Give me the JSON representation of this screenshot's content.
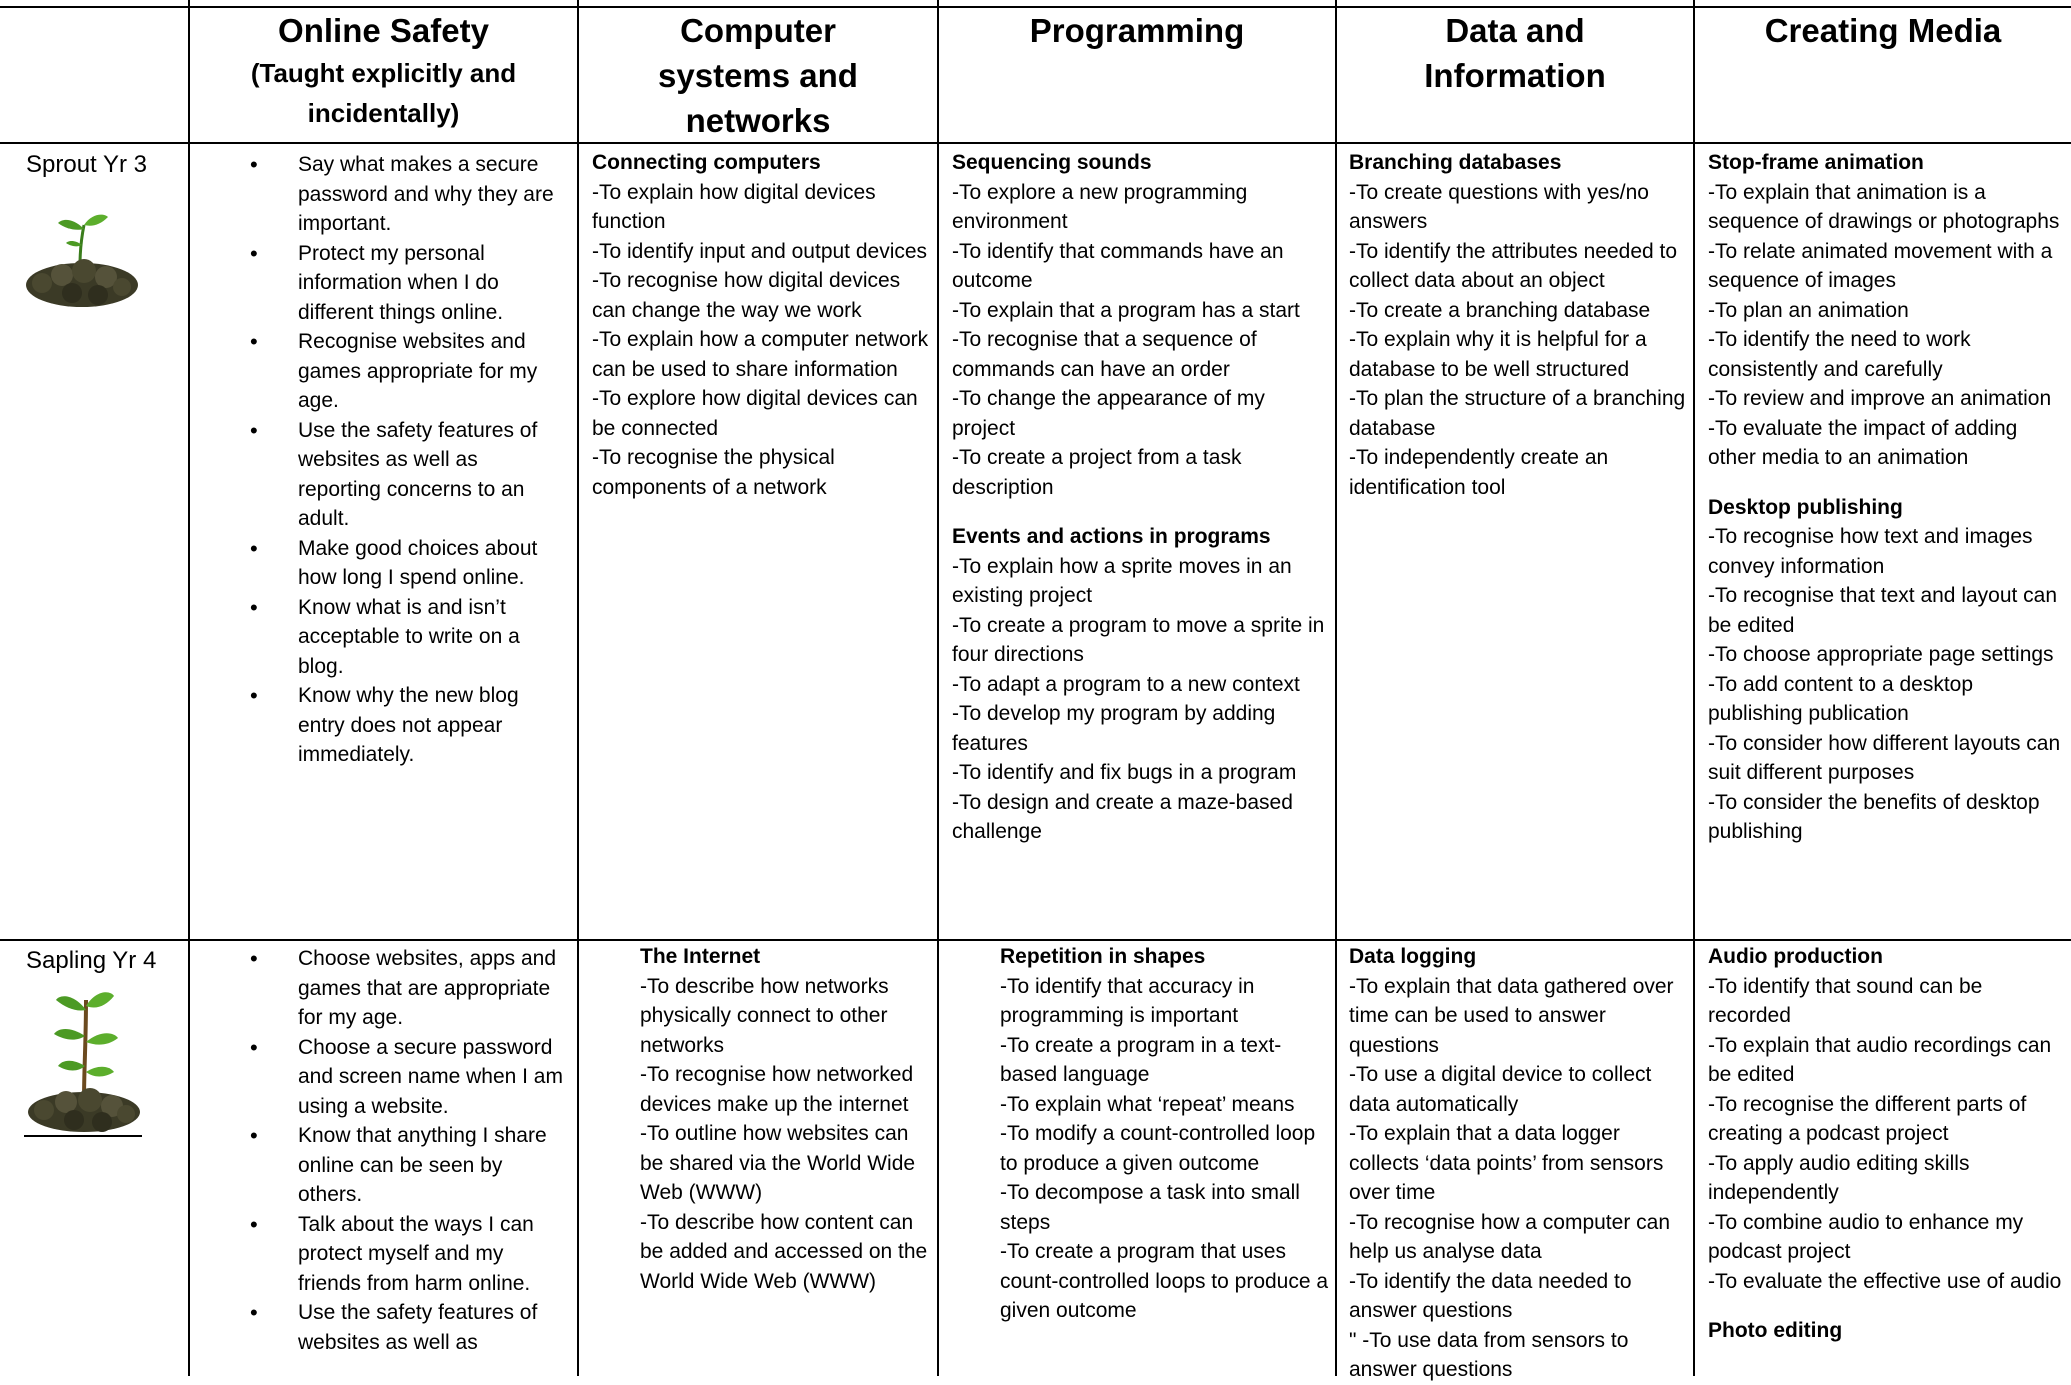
{
  "headers": [
    {
      "title": "Online Safety",
      "sub": "(Taught explicitly and incidentally)"
    },
    {
      "title": "Computer systems and networks",
      "sub": ""
    },
    {
      "title": "Programming",
      "sub": ""
    },
    {
      "title": "Data and Information",
      "sub": ""
    },
    {
      "title": "Creating Media",
      "sub": ""
    }
  ],
  "rows": [
    {
      "label": "Sprout Yr 3",
      "icon": "sprout-plant-icon",
      "safety": [
        "Say what makes a secure password and why they are important.",
        "Protect my personal information when I do different things online.",
        "Recognise websites and games appropriate for my age.",
        "Use the safety features of websites as well as reporting concerns to an adult.",
        "Make good choices about how long I spend online.",
        "Know what is and isn’t acceptable to write on a blog.",
        "Know why the new blog entry does not appear immediately."
      ],
      "systems": [
        {
          "title": "Connecting computers",
          "items": [
            "-To explain how digital devices function",
            "-To identify input and output devices",
            "-To recognise how digital devices can change the way we work",
            "-To explain how a computer network can be used to share information",
            "-To explore how digital devices can be connected",
            "-To recognise the physical components of a network"
          ]
        }
      ],
      "programming": [
        {
          "title": "Sequencing sounds",
          "items": [
            "-To explore a new programming environment",
            "-To identify that commands have an outcome",
            "-To explain that a program has a start",
            "-To recognise that a sequence of commands can have an order",
            "-To change the appearance of my project",
            "-To create a project from a task description"
          ]
        },
        {
          "title": "Events and actions in programs",
          "items": [
            "-To explain how a sprite moves in an existing project",
            "-To create a program to move a sprite in four directions",
            "-To adapt a program to a new context",
            "-To develop my program by adding features",
            "-To identify and fix bugs in a program",
            "-To design and create a maze-based challenge"
          ]
        }
      ],
      "data": [
        {
          "title": "Branching databases",
          "items": [
            "-To create questions with yes/no answers",
            "-To identify the attributes needed to collect data about an object",
            "-To create a branching database",
            "-To explain why it is helpful for a database to be well structured",
            "-To plan the structure of a branching database",
            "-To independently create an identification tool"
          ]
        }
      ],
      "media": [
        {
          "title": "Stop-frame animation",
          "items": [
            "-To explain that animation is a sequence of drawings or photographs",
            "-To relate animated movement with a sequence of images",
            "-To plan an animation",
            "-To identify the need to work consistently and carefully",
            "-To review and improve an animation",
            "-To evaluate the impact of adding other media to an animation"
          ]
        },
        {
          "title": "Desktop publishing",
          "items": [
            "-To recognise how text and images convey information",
            "-To recognise that text and layout can be edited",
            "-To choose appropriate page settings",
            "-To add content to a desktop publishing publication",
            "-To consider how different layouts can suit different purposes",
            "-To consider the benefits of desktop publishing"
          ]
        }
      ]
    },
    {
      "label": "Sapling Yr 4",
      "icon": "sapling-plant-icon",
      "safety": [
        "Choose websites, apps and games that are appropriate for my age.",
        "Choose a secure password and screen name when I am using a website.",
        "Know that anything I share online can be seen by others.",
        "Talk about the ways I can protect myself and my friends from harm online.",
        "Use the safety features of websites as well as"
      ],
      "systems": [
        {
          "title": "The Internet",
          "items": [
            "-To describe how networks physically connect to other networks",
            "-To recognise how networked devices make up the internet",
            "-To outline how websites can be shared via the World Wide Web (WWW)",
            "-To describe how content can be added and accessed on the World Wide Web (WWW)"
          ]
        }
      ],
      "programming": [
        {
          "title": "Repetition in shapes",
          "items": [
            "-To identify that accuracy in programming is important",
            "-To create a program in a text-based language",
            "-To explain what ‘repeat’ means",
            "-To modify a count-controlled loop to produce a given outcome",
            "-To decompose a task into small steps",
            "-To create a program that uses count-controlled loops to produce a given outcome"
          ]
        }
      ],
      "data": [
        {
          "title": "Data logging",
          "items": [
            "-To explain that data gathered over time can be used to answer questions",
            "-To use a digital device to collect data automatically",
            "-To explain that a data logger collects ‘data points’ from sensors over time",
            "-To recognise how a computer can help us analyse data",
            "-To identify the data needed to answer questions",
            "\" -To use data from sensors to answer questions"
          ]
        }
      ],
      "media": [
        {
          "title": "Audio production",
          "items": [
            "-To identify that sound can be recorded",
            "-To explain that audio recordings can be edited",
            "-To recognise the different parts of creating a podcast project",
            "-To apply audio editing skills independently",
            "-To combine audio to enhance my podcast project",
            "-To evaluate the effective use of audio"
          ]
        },
        {
          "title": "Photo editing",
          "items": []
        }
      ]
    }
  ]
}
